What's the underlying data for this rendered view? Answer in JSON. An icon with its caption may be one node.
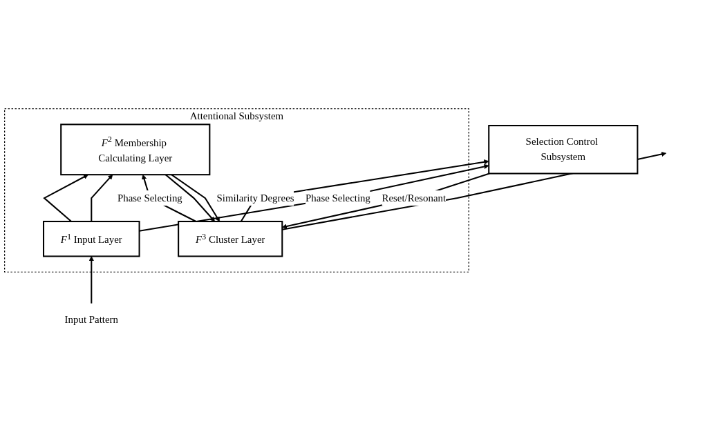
{
  "diagram": {
    "nodes": [
      {
        "text": [
          "Attentional Subsystem"
        ]
      },
      {
        "text": [
          "*F*$^{3}$ Cluster Layer"
        ],
        "in": 0
      },
      {
        "text": [
          "*F*$^{2}$ Membership Calculating Layer"
        ],
        "in": 0
      },
      {
        "text": [
          "*F*$^{1}$ Input Layer"
        ],
        "in": 0
      },
      {
        "text": [
          "Selection Control Subsystem"
        ]
      },
      {
        "text": [
          "Input Pattern"
        ]
      }
    ],
    "edges": [
      {
        "from": 1,
        "to": null,
        "arrow": "to"
      },
      {
        "from": 2,
        "to": 1,
        "arrow": "to"
      },
      {
        "from": 2,
        "to": 1,
        "arrow": "to"
      },
      {
        "from": 3,
        "to": 2,
        "arrow": "to"
      },
      {
        "from": 3,
        "to": 2,
        "arrow": "to"
      },
      {
        "from": 5,
        "to": 3,
        "arrow": "to"
      },
      {
        "from": 1,
        "to": 2,
        "arrow": "to",
        "label": "Phase Selecting"
      },
      {
        "from": 1,
        "to": 4,
        "arrow": "to",
        "label": "Similarity Degrees"
      },
      {
        "from": 4,
        "to": 1,
        "arrow": "to",
        "label": "Reset/Resonant"
      },
      {
        "from": 3,
        "to": 4,
        "arrow": "to",
        "label": "Phase Selecting"
      }
    ]
  }
}
